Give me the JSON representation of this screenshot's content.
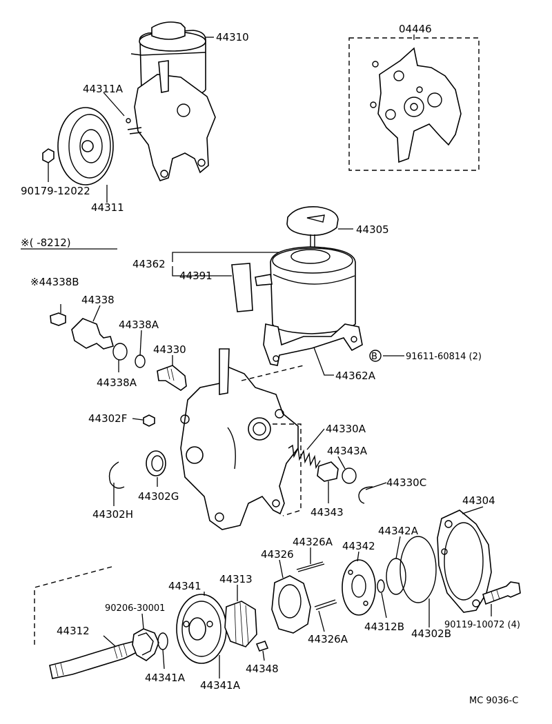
{
  "diagram_code": "MC 9036-C",
  "note_year": "※(      -8212)",
  "parts": {
    "p44310": "44310",
    "p44311A": "44311A",
    "p90179": "90179-12022",
    "p44311": "44311",
    "p04446": "04446",
    "p44305": "44305",
    "p44362": "44362",
    "p44391": "44391",
    "p44338B": "※44338B",
    "p44338": "44338",
    "p44338A_top": "44338A",
    "p44338A_bot": "44338A",
    "p44330": "44330",
    "p91611": "91611-60814 (2)",
    "p91611_mark": "B",
    "p44362A": "44362A",
    "p44302F": "44302F",
    "p44330A": "44330A",
    "p44343A": "44343A",
    "p44302G": "44302G",
    "p44302H": "44302H",
    "p44343": "44343",
    "p44330C": "44330C",
    "p44304": "44304",
    "p44342A": "44342A",
    "p44326A_top": "44326A",
    "p44326": "44326",
    "p44342": "44342",
    "p44313": "44313",
    "p44341": "44341",
    "p90206": "90206-30001",
    "p44312": "44312",
    "p44312B": "44312B",
    "p44302B": "44302B",
    "p90119": "90119-10072 (4)",
    "p44326A_bot": "44326A",
    "p44341A_l": "44341A",
    "p44341A_r": "44341A",
    "p44348": "44348"
  }
}
